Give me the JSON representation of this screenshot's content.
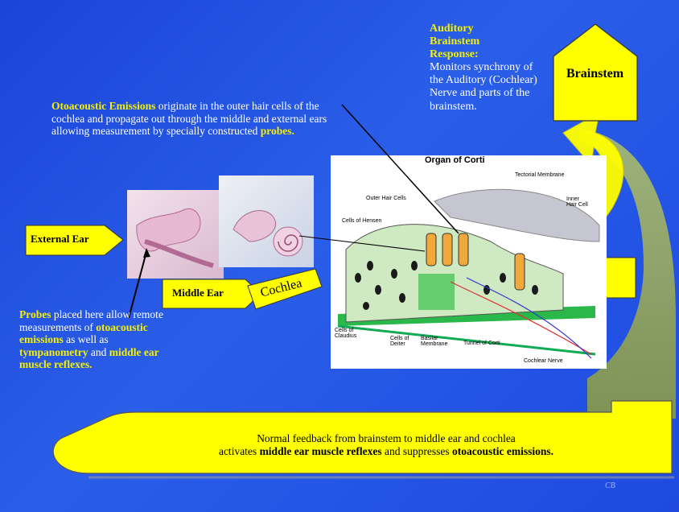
{
  "abr": {
    "title_1": "Auditory",
    "title_2": "Brainstem",
    "title_3": "Response:",
    "body": "Monitors synchrony of the Auditory (Cochlear) Nerve and parts of the brainstem."
  },
  "brainstem_label": "Brainstem",
  "oae": {
    "bold_1": "Otoacoustic Emissions",
    "body_1": " originate in the outer hair cells of the cochlea and propagate out through  the middle and external ears allowing measurement by specially constructed ",
    "bold_2": "probes."
  },
  "external_ear_label": "External Ear",
  "middle_ear_label": "Middle Ear",
  "cochlea_label": "Cochlea",
  "probes": {
    "bold_1": "Probes",
    "body_1": " placed here allow remote measurements of ",
    "bold_2": "otoacoustic emissions",
    "body_2": " as well as ",
    "bold_3": "tympanometry",
    "body_3": " and ",
    "bold_4": "middle ear muscle reflexes."
  },
  "organ": {
    "title": "Organ of Corti",
    "tectorial": "Tectorial Membrane",
    "outer_hair": "Outer Hair Cells",
    "inner_hair": "Inner Hair Cell",
    "hensen": "Cells of Hensen",
    "claudius": "Cells of Claudius",
    "deiter": "Cells of Deiter",
    "basilar": "Basilar Membrane",
    "tunnel": "Tunnel of Corti",
    "nerve": "Cochlear Nerve"
  },
  "feedback": {
    "line1": "Normal feedback  from brainstem  to  middle ear and cochlea",
    "line2_pre": "activates  ",
    "bold_1": "middle ear muscle reflexes",
    "line2_mid": " and suppresses ",
    "bold_2": "otoacoustic emissions."
  },
  "signature": "CB",
  "colors": {
    "background": "#2050e0",
    "yellow": "#ffff00",
    "text_yellow": "#f4f000",
    "olive": "#9bab46"
  }
}
